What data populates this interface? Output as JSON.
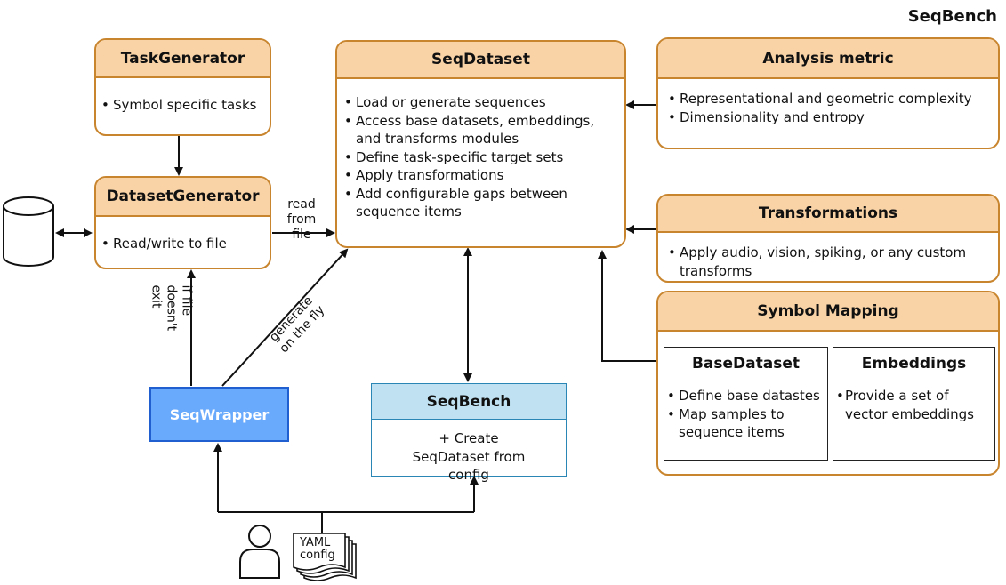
{
  "title": "SeqBench",
  "task_generator": {
    "title": "TaskGenerator",
    "items": [
      "Symbol specific tasks"
    ]
  },
  "dataset_generator": {
    "title": "DatasetGenerator",
    "items": [
      "Read/write to file"
    ]
  },
  "seq_dataset": {
    "title": "SeqDataset",
    "items": [
      "Load or generate sequences",
      "Access base datasets, embeddings, and transforms modules",
      "Define task-specific target sets",
      "Apply transformations",
      "Add configurable gaps between sequence items"
    ]
  },
  "analysis_metric": {
    "title": "Analysis metric",
    "items": [
      "Representational and geometric complexity",
      "Dimensionality and entropy"
    ]
  },
  "transformations": {
    "title": "Transformations",
    "items": [
      "Apply audio, vision, spiking, or any custom transforms"
    ]
  },
  "symbol_mapping": {
    "title": "Symbol Mapping",
    "base_dataset": {
      "title": "BaseDataset",
      "items": [
        "Define base datastes",
        "Map samples to sequence items"
      ]
    },
    "embeddings": {
      "title": "Embeddings",
      "items": [
        "Provide a set of vector embeddings"
      ]
    }
  },
  "seq_wrapper": {
    "title": "SeqWrapper"
  },
  "seq_bench": {
    "title": "SeqBench",
    "text": "+ Create SeqDataset from config"
  },
  "labels": {
    "read_from_file": "read from file",
    "if_file_doesnt_exist": "if file doesn't exit",
    "generate_on_the_fly": "generate on the fly",
    "yaml_config": "YAML config"
  },
  "colors": {
    "card_border": "#c9852e",
    "card_header": "#f9d3a6",
    "seqwrapper_fill": "#6aaafc",
    "seqwrapper_border": "#1f5fd0",
    "seqbench_header": "#bfe1f1",
    "seqbench_border": "#2a86b5"
  },
  "icons": [
    "database-icon",
    "user-icon",
    "document-stack-icon"
  ]
}
